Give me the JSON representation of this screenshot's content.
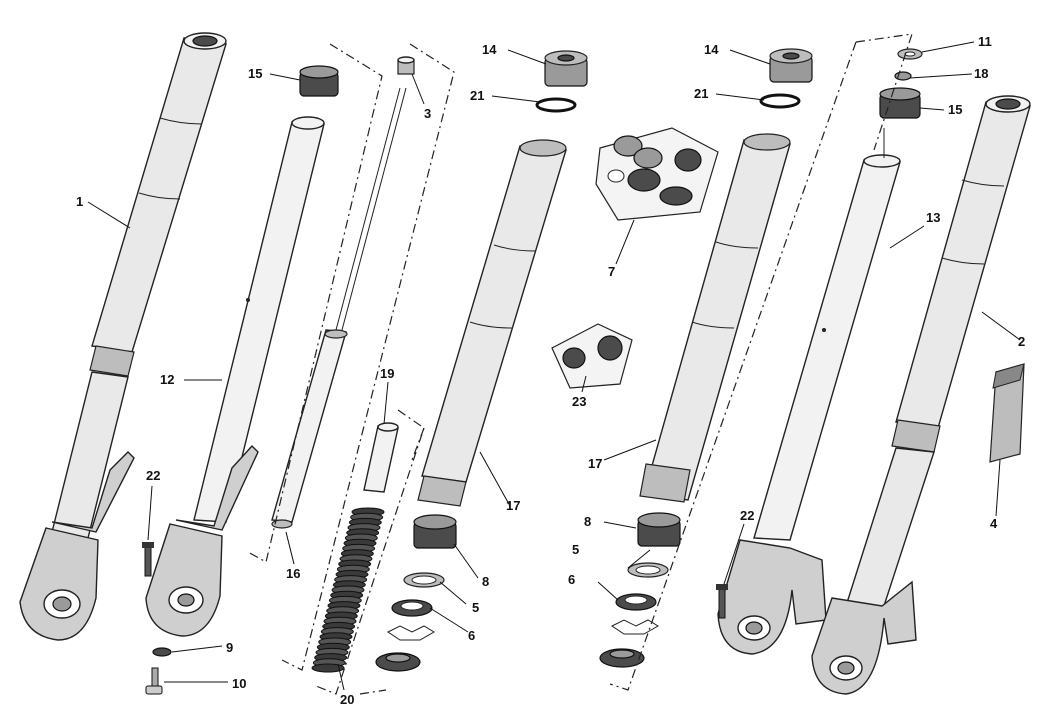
{
  "diagram": {
    "labels": {
      "l1": "1",
      "l2": "2",
      "l3": "3",
      "l4": "4",
      "l5a": "5",
      "l5b": "5",
      "l6a": "6",
      "l6b": "6",
      "l7": "7",
      "l8a": "8",
      "l8b": "8",
      "l9": "9",
      "l10": "10",
      "l11": "11",
      "l12": "12",
      "l13": "13",
      "l14a": "14",
      "l14b": "14",
      "l15a": "15",
      "l15b": "15",
      "l16": "16",
      "l17a": "17",
      "l17b": "17",
      "l18": "18",
      "l19": "19",
      "l20": "20",
      "l21a": "21",
      "l21b": "21",
      "l22a": "22",
      "l22b": "22",
      "l23": "23"
    }
  }
}
